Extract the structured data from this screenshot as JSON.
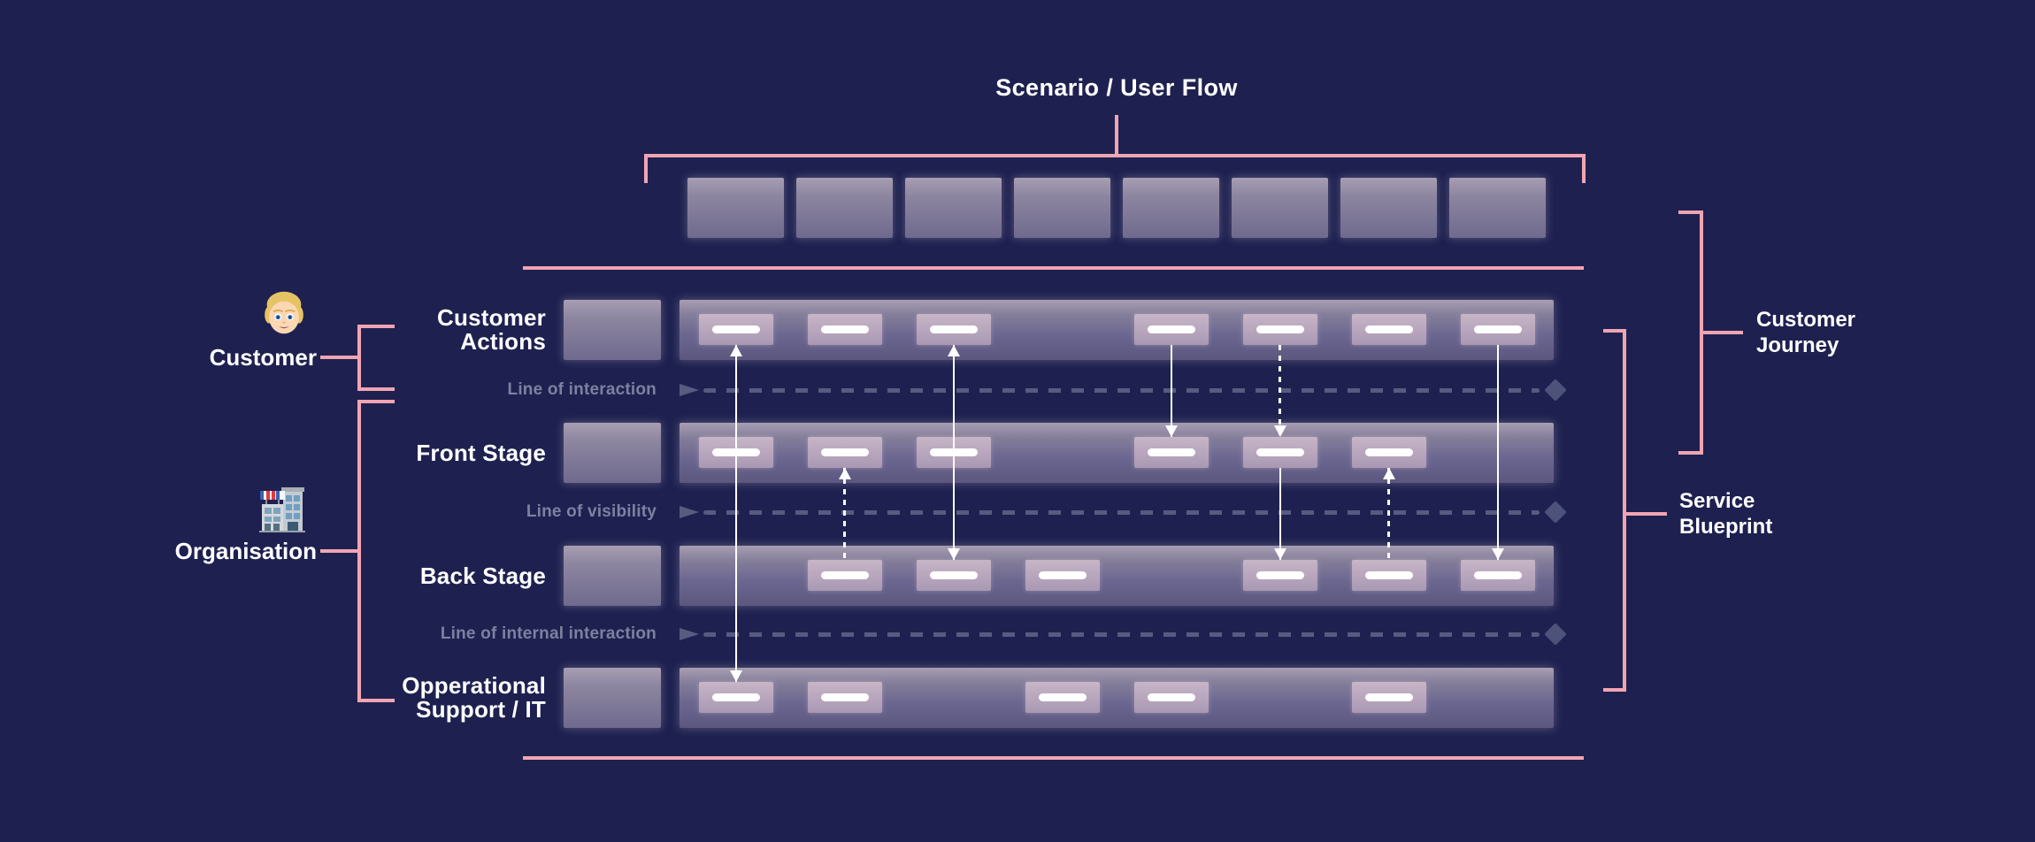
{
  "title": "Scenario / User Flow",
  "user_flow": {
    "steps": 8
  },
  "actors": {
    "customer": {
      "label": "Customer",
      "icon": "blond-person-emoji"
    },
    "organisation": {
      "label": "Organisation",
      "icon": "department-store-emoji"
    }
  },
  "rows": [
    {
      "id": "customer-actions",
      "label": "Customer\nActions",
      "slots": [
        1,
        1,
        1,
        0,
        1,
        1,
        1,
        1
      ]
    },
    {
      "id": "front-stage",
      "label": "Front Stage",
      "slots": [
        1,
        1,
        1,
        0,
        1,
        1,
        1,
        0
      ]
    },
    {
      "id": "back-stage",
      "label": "Back Stage",
      "slots": [
        0,
        1,
        1,
        1,
        0,
        1,
        1,
        1
      ]
    },
    {
      "id": "operational-support",
      "label": "Opperational\nSupport / IT",
      "slots": [
        1,
        1,
        0,
        1,
        1,
        0,
        1,
        0
      ]
    }
  ],
  "separators": [
    {
      "id": "line-of-interaction",
      "label": "Line of interaction"
    },
    {
      "id": "line-of-visibility",
      "label": "Line of visibility"
    },
    {
      "id": "line-of-internal-interaction",
      "label": "Line of internal interaction"
    }
  ],
  "connectors": [
    {
      "slot": 0,
      "from": "customer-actions",
      "to": "operational-support",
      "style": "solid",
      "arrows": "both"
    },
    {
      "slot": 1,
      "from": "back-stage",
      "to": "front-stage",
      "style": "dashed",
      "arrows": "to"
    },
    {
      "slot": 2,
      "from": "customer-actions",
      "to": "back-stage",
      "style": "solid",
      "arrows": "both"
    },
    {
      "slot": 4,
      "from": "customer-actions",
      "to": "front-stage",
      "style": "solid",
      "arrows": "to"
    },
    {
      "slot": 5,
      "from": "customer-actions",
      "to": "front-stage",
      "style": "dashed",
      "arrows": "to"
    },
    {
      "slot": 5,
      "from": "front-stage",
      "to": "back-stage",
      "style": "solid",
      "arrows": "to"
    },
    {
      "slot": 6,
      "from": "back-stage",
      "to": "front-stage",
      "style": "dashed",
      "arrows": "to"
    },
    {
      "slot": 7,
      "from": "customer-actions",
      "to": "back-stage",
      "style": "solid",
      "arrows": "to"
    }
  ],
  "side_labels": {
    "customer_journey": "Customer\nJourney",
    "service_blueprint": "Service\nBlueprint"
  },
  "colors": {
    "background": "#1E2150",
    "accent_pink": "#F1A5B2",
    "band_light": "#A79EB2",
    "band_dark": "#5B577E",
    "box_light": "#C7B6C7",
    "box_dark": "#A998B3",
    "muted_label": "#7C81A1",
    "dash_line": "#565B80",
    "marker": "#4D527B",
    "white": "#FFFFFF"
  }
}
